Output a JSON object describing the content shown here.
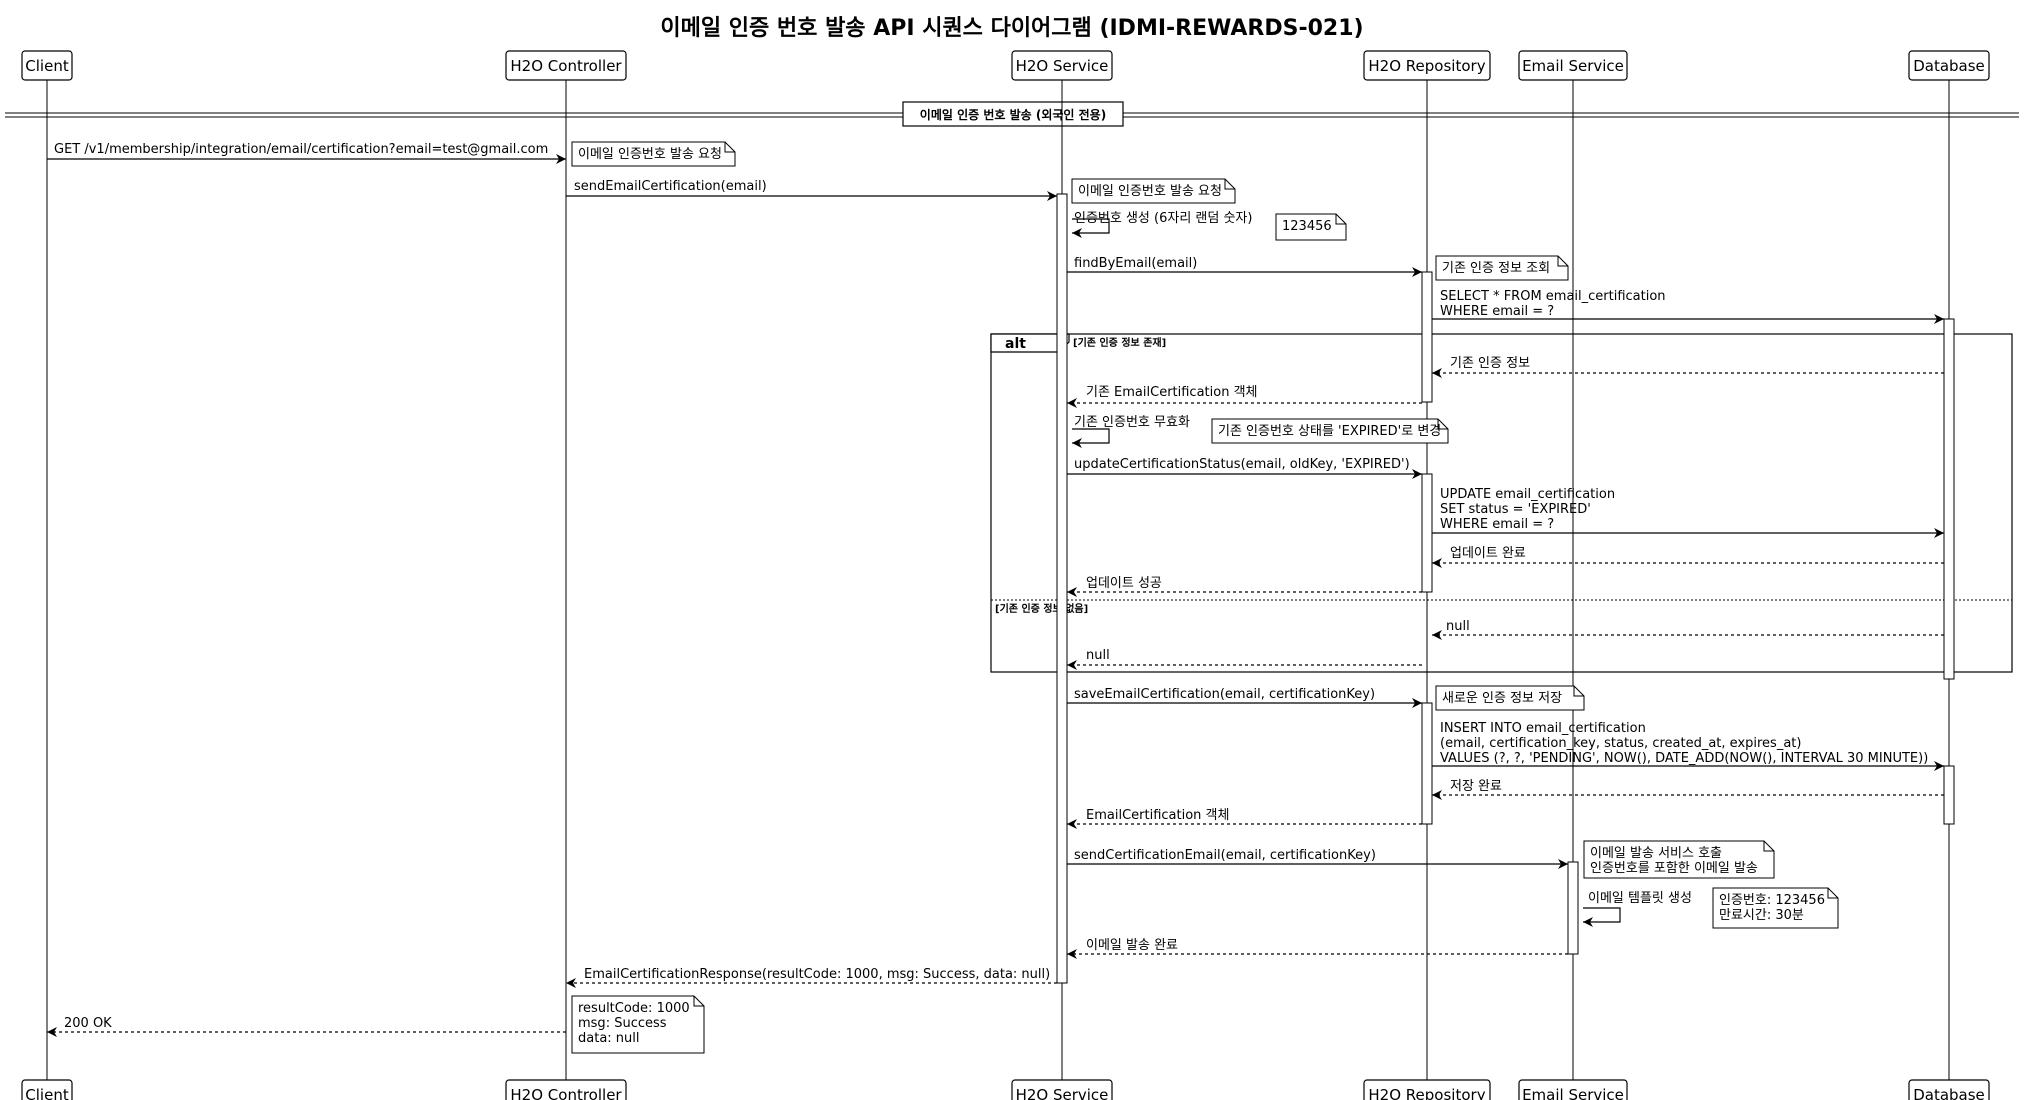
{
  "title": "이메일 인증 번호 발송 API 시퀀스 다이어그램 (IDMI-REWARDS-021)",
  "participants": [
    "Client",
    "H2O Controller",
    "H2O Service",
    "H2O Repository",
    "Email Service",
    "Database"
  ],
  "divider": "이메일 인증 번호 발송 (외국인 전용)",
  "alt": {
    "keyword": "alt",
    "guard_if": "[기존 인증 정보 존재]",
    "guard_else": "[기존 인증 정보 없음]"
  },
  "messages": [
    {
      "from": 0,
      "to": 1,
      "style": "sync",
      "lines": [
        "GET /v1/membership/integration/email/certification?email=test@gmail.com"
      ]
    },
    {
      "from": 1,
      "to": 2,
      "style": "sync",
      "lines": [
        "sendEmailCertification(email)"
      ]
    },
    {
      "from": 2,
      "to": 2,
      "style": "self",
      "lines": [
        "인증번호 생성 (6자리 랜덤 숫자)"
      ]
    },
    {
      "from": 2,
      "to": 3,
      "style": "sync",
      "lines": [
        "findByEmail(email)"
      ]
    },
    {
      "from": 3,
      "to": 5,
      "style": "sync",
      "lines": [
        "SELECT * FROM email_certification",
        "WHERE email = ?"
      ]
    },
    {
      "from": 5,
      "to": 3,
      "style": "return",
      "lines": [
        "기존 인증 정보"
      ]
    },
    {
      "from": 3,
      "to": 2,
      "style": "return",
      "lines": [
        "기존 EmailCertification 객체"
      ]
    },
    {
      "from": 2,
      "to": 2,
      "style": "self",
      "lines": [
        "기존 인증번호 무효화"
      ]
    },
    {
      "from": 2,
      "to": 3,
      "style": "sync",
      "lines": [
        "updateCertificationStatus(email, oldKey, 'EXPIRED')"
      ]
    },
    {
      "from": 3,
      "to": 5,
      "style": "sync",
      "lines": [
        "UPDATE email_certification",
        "SET status = 'EXPIRED'",
        "WHERE email = ?"
      ]
    },
    {
      "from": 5,
      "to": 3,
      "style": "return",
      "lines": [
        "업데이트 완료"
      ]
    },
    {
      "from": 3,
      "to": 2,
      "style": "return",
      "lines": [
        "업데이트 성공"
      ]
    },
    {
      "from": 5,
      "to": 3,
      "style": "return",
      "lines": [
        "null"
      ]
    },
    {
      "from": 3,
      "to": 2,
      "style": "return",
      "lines": [
        "null"
      ]
    },
    {
      "from": 2,
      "to": 3,
      "style": "sync",
      "lines": [
        "saveEmailCertification(email, certificationKey)"
      ]
    },
    {
      "from": 3,
      "to": 5,
      "style": "sync",
      "lines": [
        "INSERT INTO email_certification",
        "(email, certification_key, status, created_at, expires_at)",
        "VALUES (?, ?, 'PENDING', NOW(), DATE_ADD(NOW(), INTERVAL 30 MINUTE))"
      ]
    },
    {
      "from": 5,
      "to": 3,
      "style": "return",
      "lines": [
        "저장 완료"
      ]
    },
    {
      "from": 3,
      "to": 2,
      "style": "return",
      "lines": [
        "EmailCertification 객체"
      ]
    },
    {
      "from": 2,
      "to": 4,
      "style": "sync",
      "lines": [
        "sendCertificationEmail(email, certificationKey)"
      ]
    },
    {
      "from": 4,
      "to": 4,
      "style": "self",
      "lines": [
        "이메일 템플릿 생성"
      ]
    },
    {
      "from": 4,
      "to": 2,
      "style": "return",
      "lines": [
        "이메일 발송 완료"
      ]
    },
    {
      "from": 2,
      "to": 1,
      "style": "return",
      "lines": [
        "EmailCertificationResponse(resultCode: 1000, msg: Success, data: null)"
      ]
    },
    {
      "from": 1,
      "to": 0,
      "style": "return",
      "lines": [
        "200 OK"
      ]
    }
  ],
  "notes": [
    {
      "lines": [
        "이메일 인증번호 발송 요청"
      ]
    },
    {
      "lines": [
        "이메일 인증번호 발송 요청"
      ]
    },
    {
      "lines": [
        "123456"
      ]
    },
    {
      "lines": [
        "기존 인증 정보 조회"
      ]
    },
    {
      "lines": [
        "기존 인증번호 상태를 'EXPIRED'로 변경"
      ]
    },
    {
      "lines": [
        "새로운 인증 정보 저장"
      ]
    },
    {
      "lines": [
        "이메일 발송 서비스 호출",
        "인증번호를 포함한 이메일 발송"
      ]
    },
    {
      "lines": [
        "인증번호: 123456",
        "만료시간: 30분"
      ]
    },
    {
      "lines": [
        "resultCode: 1000",
        "msg: Success",
        "data: null"
      ]
    }
  ]
}
